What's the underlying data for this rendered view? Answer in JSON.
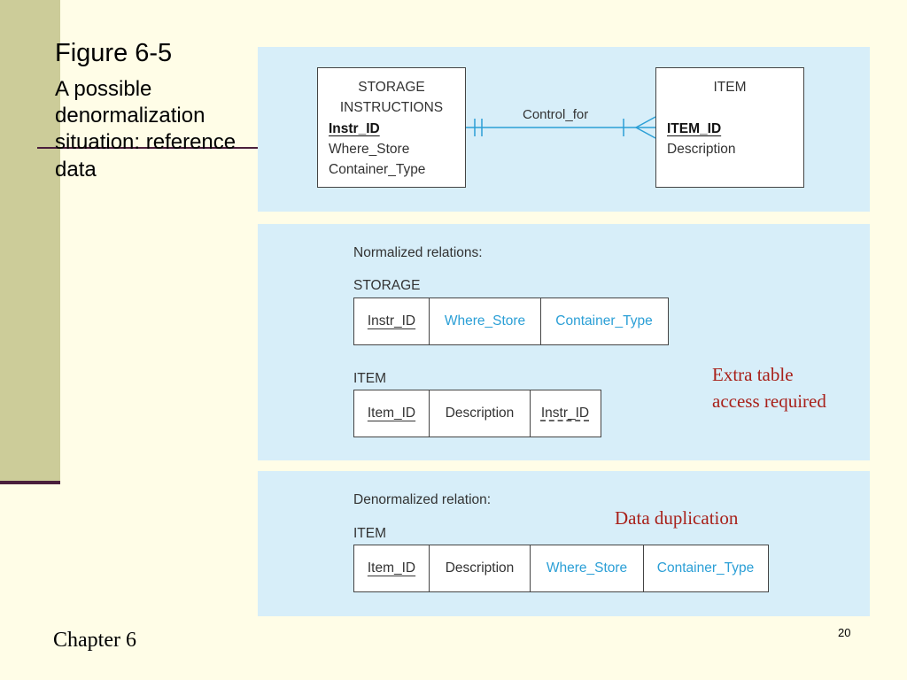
{
  "slide": {
    "title": "Figure 6-5",
    "subtitle": "A possible denormalization situation: reference data",
    "footer": "Chapter 6",
    "page_number": "20"
  },
  "er_diagram": {
    "storage": {
      "title": "STORAGE\nINSTRUCTIONS",
      "attributes": [
        "Instr_ID",
        "Where_Store",
        "Container_Type"
      ]
    },
    "item": {
      "title": "ITEM",
      "attributes": [
        "ITEM_ID",
        "Description"
      ]
    },
    "relationship": "Control_for"
  },
  "normalized": {
    "caption": "Normalized relations:",
    "storage_table": {
      "name": "STORAGE",
      "columns": [
        "Instr_ID",
        "Where_Store",
        "Container_Type"
      ]
    },
    "item_table": {
      "name": "ITEM",
      "columns": [
        "Item_ID",
        "Description",
        "Instr_ID"
      ]
    },
    "note": "Extra table access required"
  },
  "denormalized": {
    "caption": "Denormalized relation:",
    "item_table": {
      "name": "ITEM",
      "columns": [
        "Item_ID",
        "Description",
        "Where_Store",
        "Container_Type"
      ]
    },
    "note": "Data duplication"
  },
  "colors": {
    "panel": "#d7eef9",
    "accent_blue": "#2b9fd6",
    "note_red": "#a8201a",
    "sidebar": "#cccc99",
    "rule": "#4a1f3c",
    "background": "#fffde7"
  }
}
